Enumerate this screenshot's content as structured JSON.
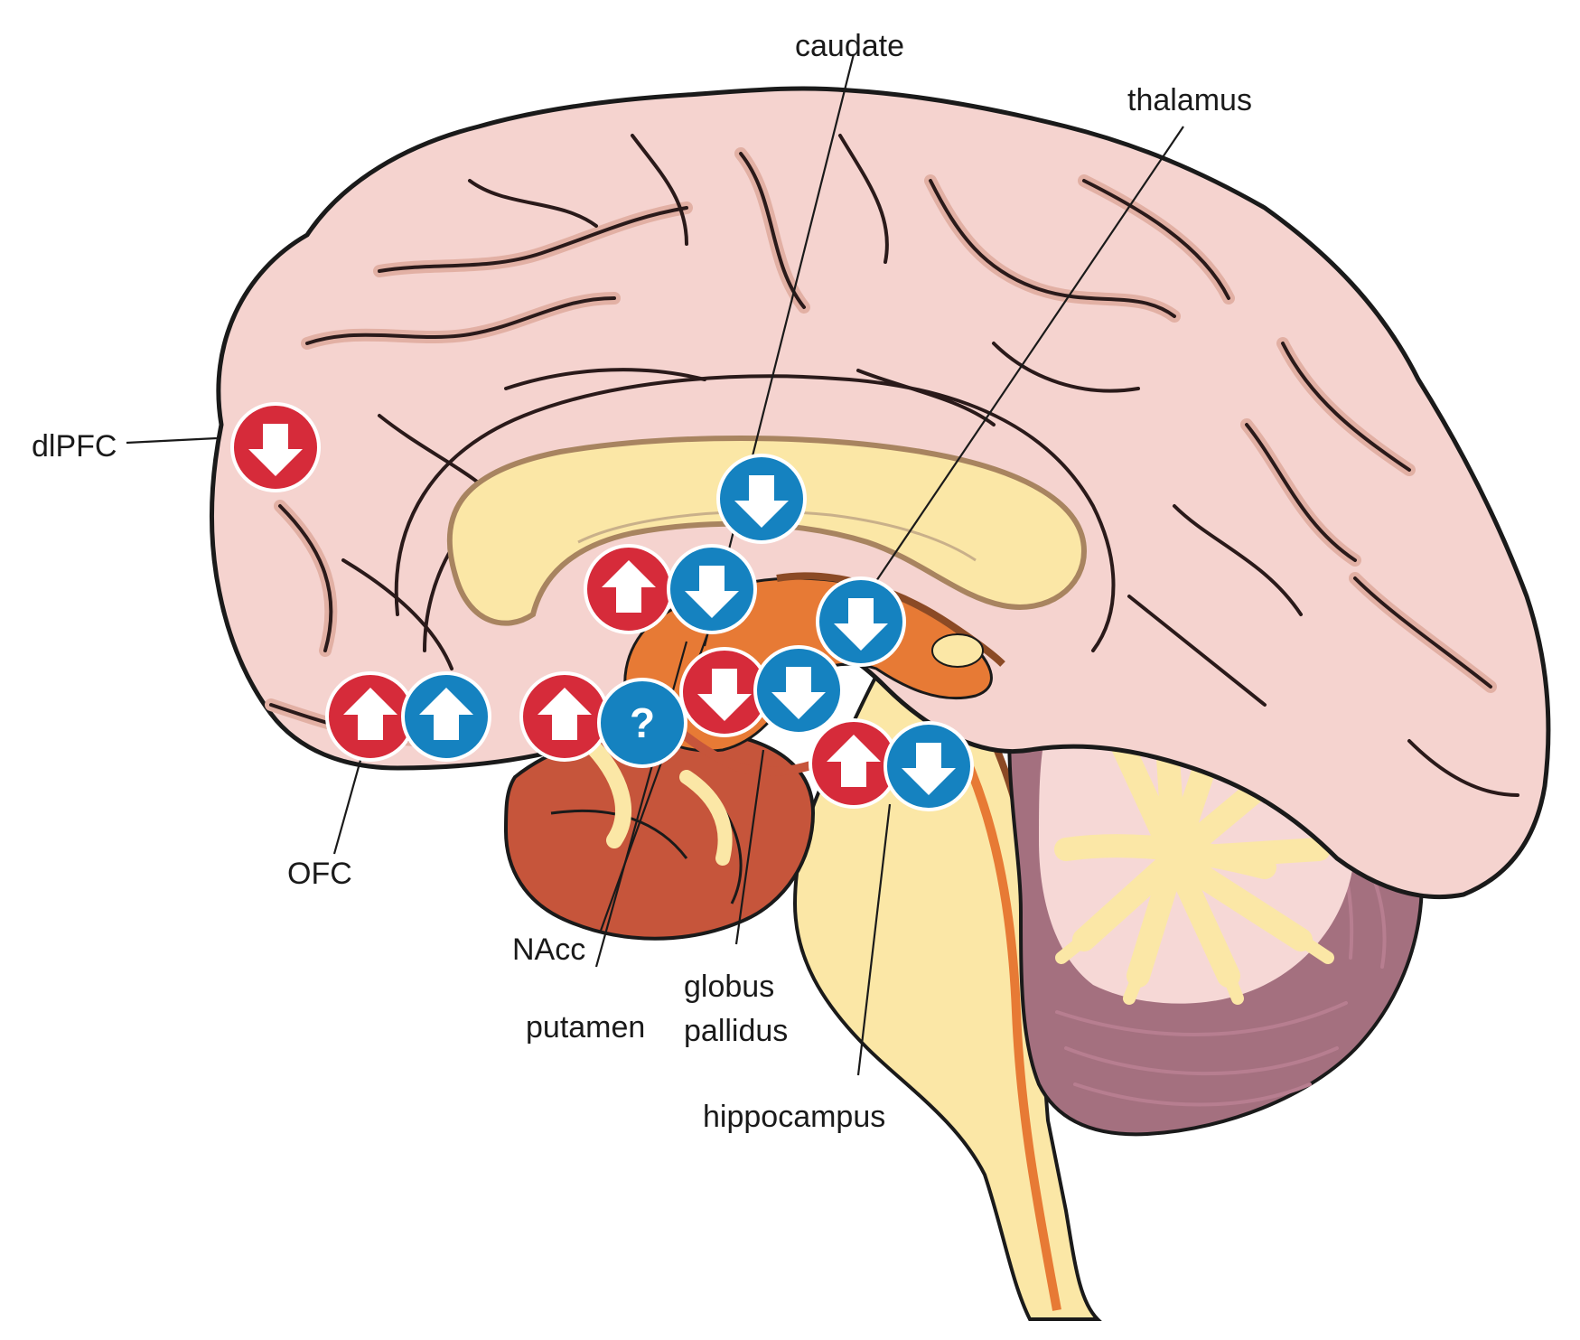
{
  "colors": {
    "increase": "#d62b3a",
    "decrease": "#1582c0",
    "cortex": "#f5d3cf",
    "cortex_shadow": "#e2b0a4",
    "white_matter": "#fbe7a6",
    "cerebellum": "#a4707f",
    "subcortical_orange": "#e77a35",
    "subcortical_red": "#c6553b",
    "outline": "#1a1a1a"
  },
  "labels": {
    "caudate": "caudate",
    "thalamus": "thalamus",
    "dlpfc": "dlPFC",
    "ofc": "OFC",
    "nacc": "NAcc",
    "putamen": "putamen",
    "globus_line1": "globus",
    "globus_line2": "pallidus",
    "hippocampus": "hippocampus"
  },
  "markers": [
    {
      "region": "dlPFC",
      "color": "red",
      "symbol": "down"
    },
    {
      "region": "caudate",
      "color": "blue",
      "symbol": "down"
    },
    {
      "region": "putamen",
      "color": "red",
      "symbol": "up"
    },
    {
      "region": "putamen",
      "color": "blue",
      "symbol": "down"
    },
    {
      "region": "thalamus",
      "color": "blue",
      "symbol": "down"
    },
    {
      "region": "OFC",
      "color": "red",
      "symbol": "up"
    },
    {
      "region": "OFC",
      "color": "blue",
      "symbol": "up"
    },
    {
      "region": "NAcc",
      "color": "red",
      "symbol": "up"
    },
    {
      "region": "NAcc",
      "color": "blue",
      "symbol": "?"
    },
    {
      "region": "globus pallidus",
      "color": "red",
      "symbol": "down"
    },
    {
      "region": "globus pallidus",
      "color": "blue",
      "symbol": "down"
    },
    {
      "region": "hippocampus",
      "color": "red",
      "symbol": "up"
    },
    {
      "region": "hippocampus",
      "color": "blue",
      "symbol": "down"
    }
  ]
}
